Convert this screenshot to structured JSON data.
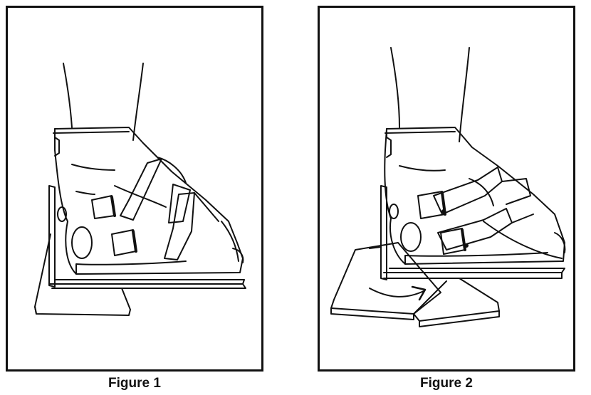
{
  "figures": [
    {
      "id": "figure-1",
      "caption": "Figure 1"
    },
    {
      "id": "figure-2",
      "caption": "Figure 2"
    }
  ],
  "colors": {
    "line": "#111111",
    "background": "#ffffff"
  }
}
